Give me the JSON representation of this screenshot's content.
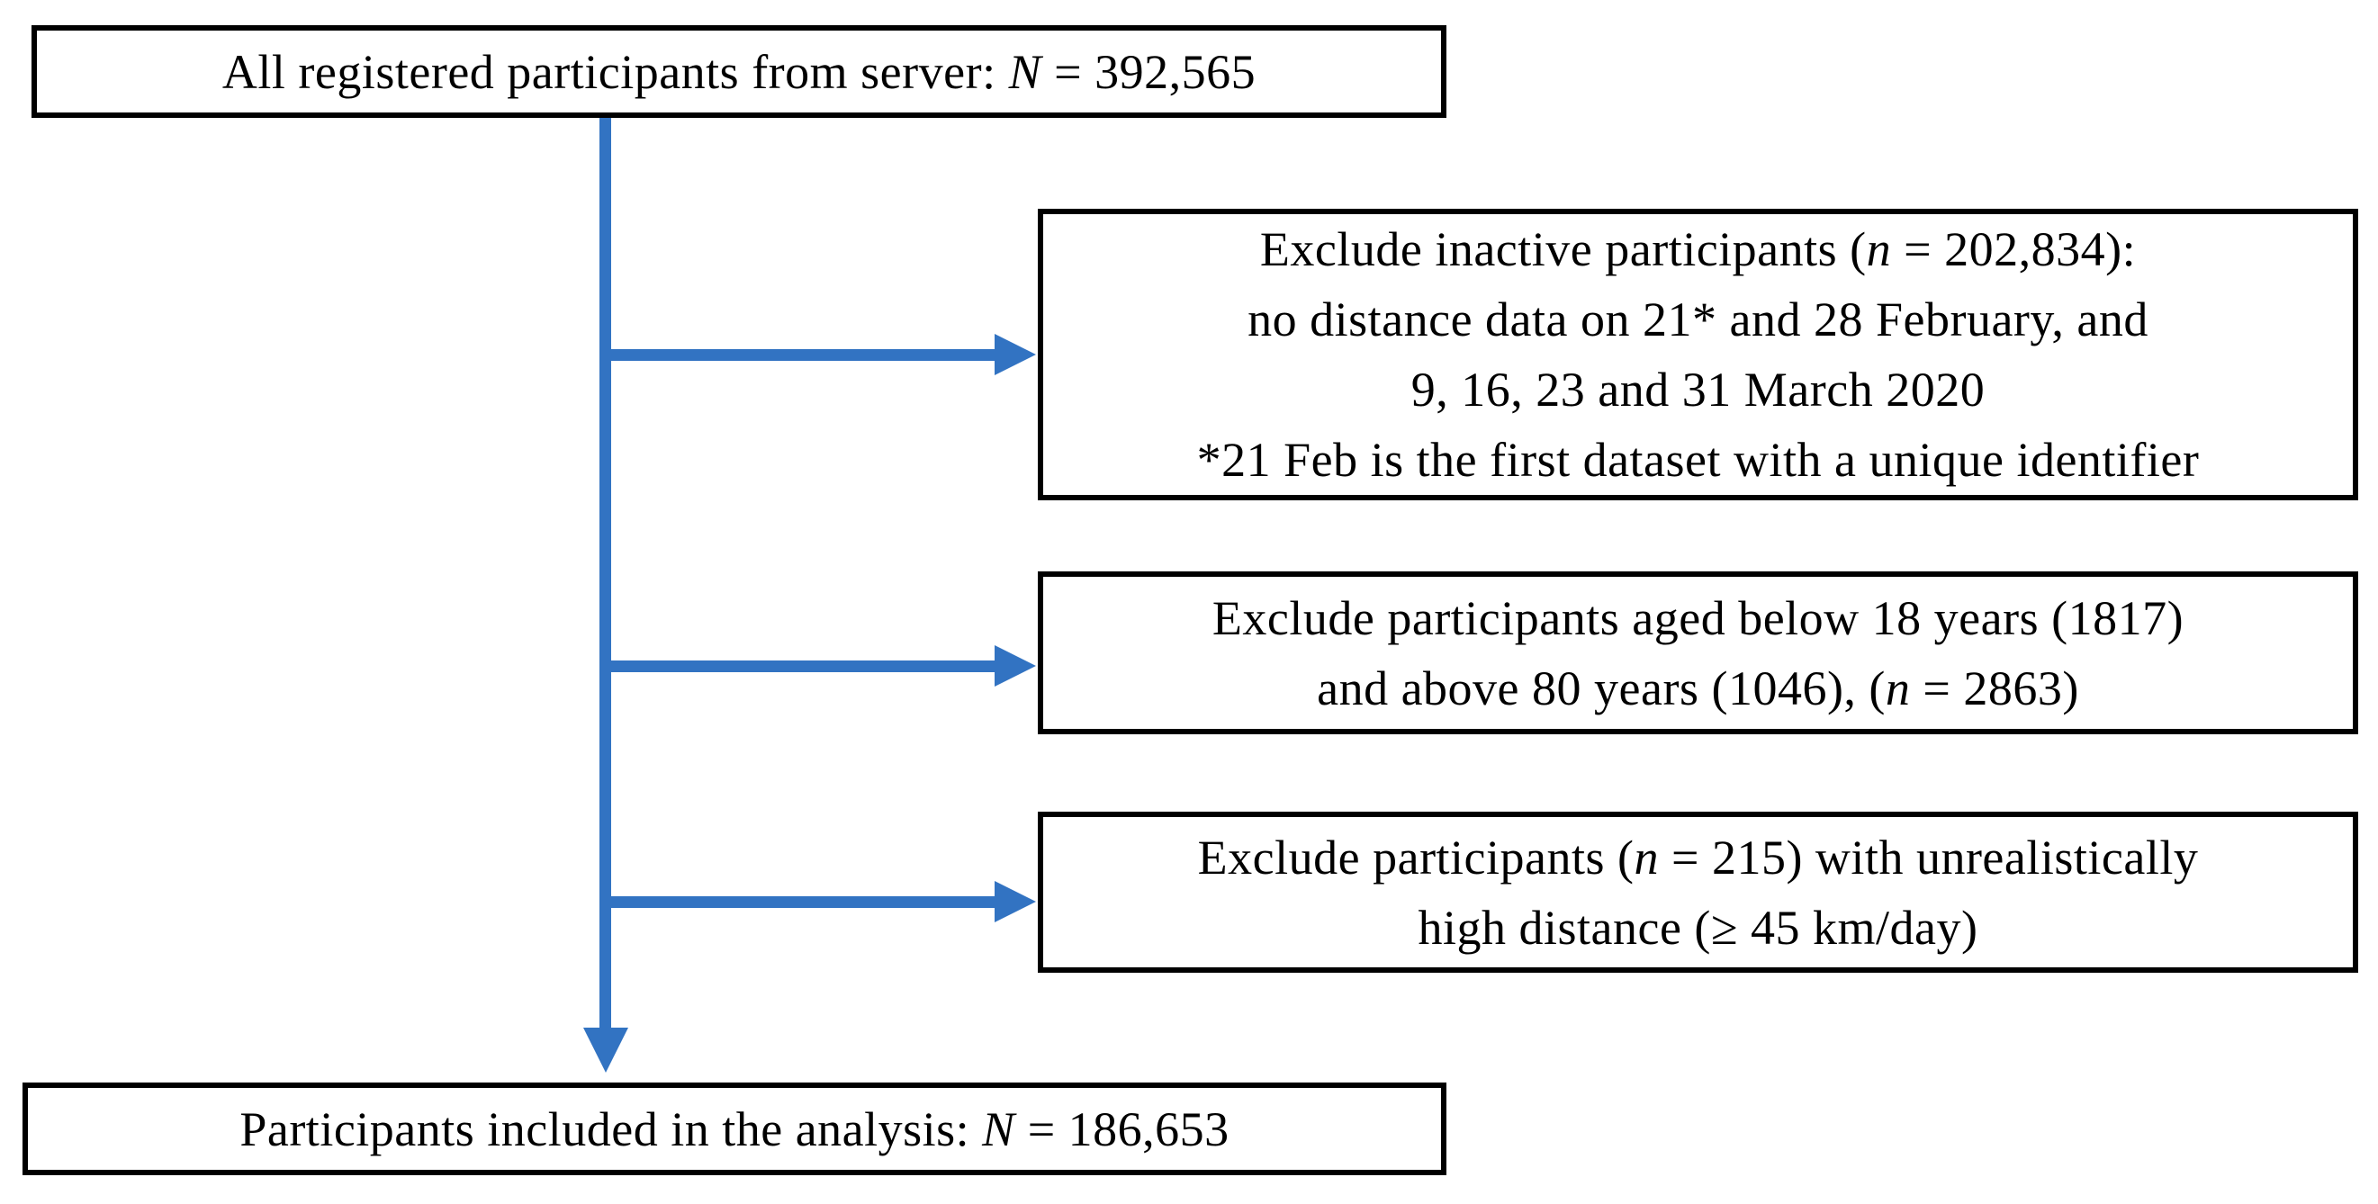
{
  "figure": {
    "type": "participant-flow-diagram",
    "colors": {
      "arrow": "#3273C2",
      "border": "#000000",
      "background": "#FFFFFF",
      "text": "#000000"
    },
    "boxes": {
      "top": {
        "lines": [
          [
            {
              "t": "All registered participants from server: "
            },
            {
              "t": "N",
              "i": true
            },
            {
              "t": " = 392,565"
            }
          ]
        ]
      },
      "exclude_inactive": {
        "lines": [
          [
            {
              "t": "Exclude inactive participants ("
            },
            {
              "t": "n",
              "i": true
            },
            {
              "t": " = 202,834):"
            }
          ],
          [
            {
              "t": "no distance data on 21* and 28 February, and"
            }
          ],
          [
            {
              "t": "9, 16, 23 and 31 March 2020"
            }
          ],
          [
            {
              "t": "*21 Feb is the first dataset with a unique identifier"
            }
          ]
        ]
      },
      "exclude_age": {
        "lines": [
          [
            {
              "t": "Exclude participants aged below 18 years (1817)"
            }
          ],
          [
            {
              "t": "and above 80 years (1046), ("
            },
            {
              "t": "n",
              "i": true
            },
            {
              "t": " = 2863)"
            }
          ]
        ]
      },
      "exclude_distance": {
        "lines": [
          [
            {
              "t": "Exclude participants ("
            },
            {
              "t": "n",
              "i": true
            },
            {
              "t": " = 215) with unrealistically"
            }
          ],
          [
            {
              "t": "high distance (≥ 45 km/day)"
            }
          ]
        ]
      },
      "included": {
        "lines": [
          [
            {
              "t": "Participants included in the analysis: "
            },
            {
              "t": "N",
              "i": true
            },
            {
              "t": " = 186,653"
            }
          ]
        ]
      }
    }
  }
}
